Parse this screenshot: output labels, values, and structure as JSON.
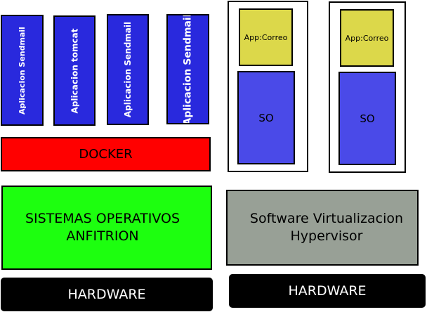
{
  "left_stack": {
    "apps": [
      "Aplicacion Sendmail",
      "Aplicacion tomcat",
      "Aplicacion Sendmail",
      "Aplicacion Sendmail"
    ],
    "docker_label": "DOCKER",
    "host_os_label": "SISTEMAS OPERATIVOS\nANFITRION",
    "hardware_label": "HARDWARE"
  },
  "right_stack": {
    "vms": [
      {
        "app_label": "App:Correo",
        "os_label": "SO"
      },
      {
        "app_label": "App:Correo",
        "os_label": "SO"
      }
    ],
    "hypervisor_label": "Software Virtualizacion\nHypervisor",
    "hardware_label": "HARDWARE"
  },
  "colors": {
    "app_blue": "#2929dd",
    "vm_app_yellow": "#dcd84a",
    "vm_os_blue": "#4a4ae8",
    "docker_red": "#ff0000",
    "host_os_green": "#1dff0f",
    "hypervisor_gray": "#98a096",
    "hardware_black": "#000000"
  }
}
